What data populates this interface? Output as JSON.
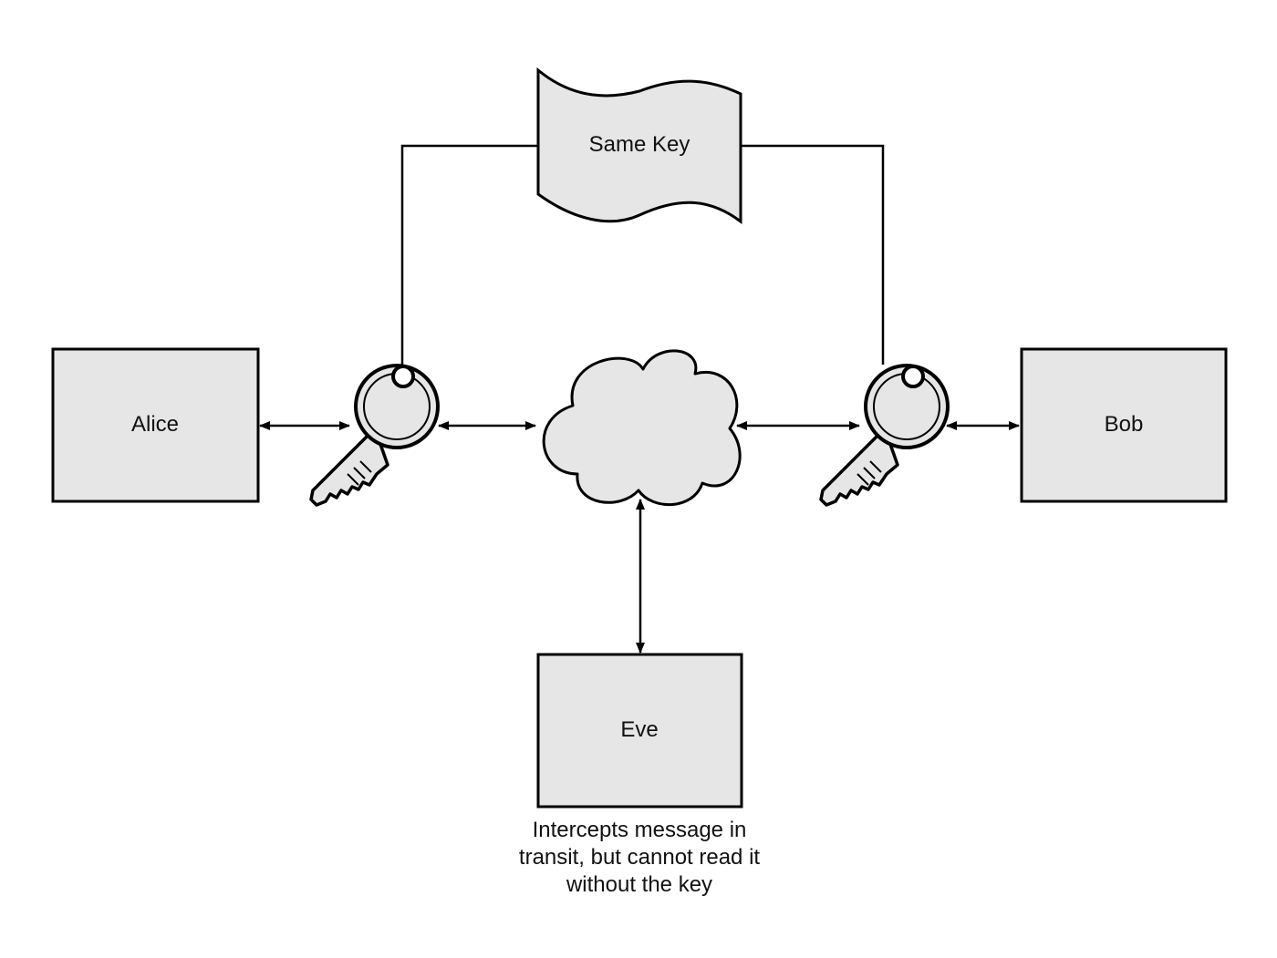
{
  "nodes": {
    "alice": {
      "label": "Alice"
    },
    "bob": {
      "label": "Bob"
    },
    "eve": {
      "label": "Eve",
      "caption_lines": [
        "Intercepts message in",
        "transit, but cannot read it",
        "without the key"
      ]
    },
    "shared_key": {
      "label": "Same Key"
    },
    "network": {
      "label": ""
    }
  },
  "icons": {
    "left_key": "key-icon",
    "right_key": "key-icon",
    "network": "cloud-icon"
  },
  "colors": {
    "shape_fill": "#e6e6e6",
    "stroke": "#000000",
    "text": "#111111",
    "background": "#ffffff"
  }
}
